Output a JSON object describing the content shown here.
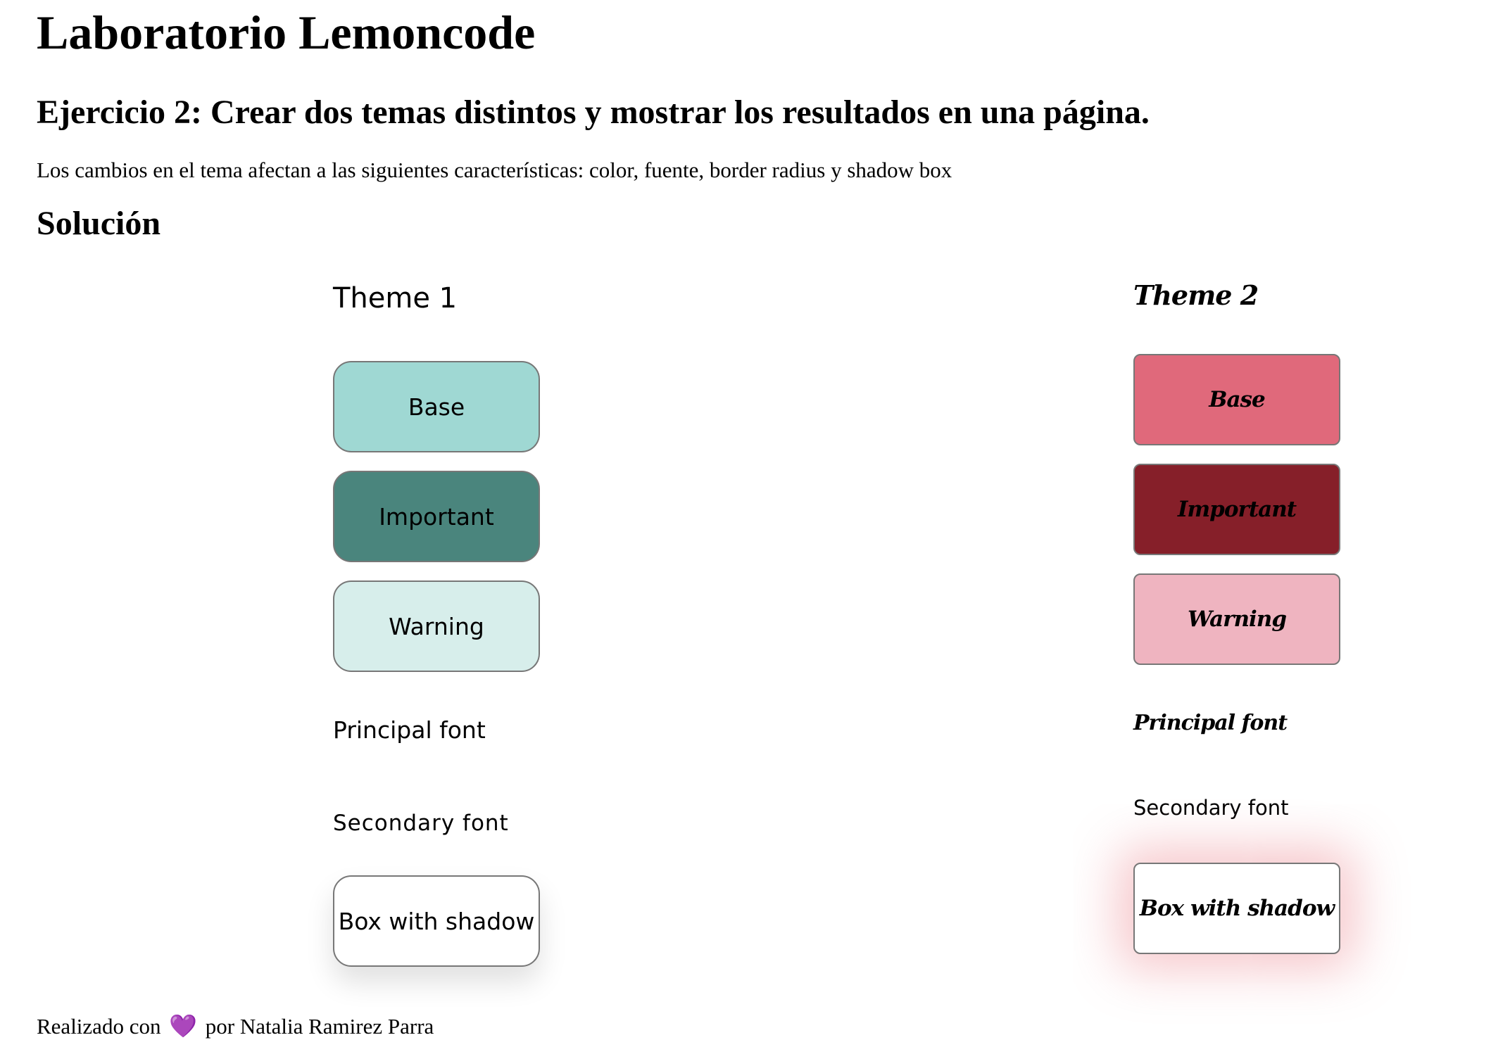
{
  "page": {
    "title": "Laboratorio Lemoncode",
    "exercise": "Ejercicio 2: Crear dos temas distintos y mostrar los resultados en una página.",
    "description": "Los cambios en el tema afectan a las siguientes características: color, fuente, border radius y shadow box",
    "solution_heading": "Solución"
  },
  "theme1": {
    "title": "Theme 1",
    "base_label": "Base",
    "important_label": "Important",
    "warning_label": "Warning",
    "principal_font_label": "Principal font",
    "secondary_font_label": "Secondary font",
    "shadow_box_label": "Box with shadow",
    "colors": {
      "base": "#9fd8d3",
      "important": "#4a857d",
      "warning": "#d7eeeb",
      "box": "#ffffff"
    }
  },
  "theme2": {
    "title": "Theme 2",
    "base_label": "Base",
    "important_label": "Important",
    "warning_label": "Warning",
    "principal_font_label": "Principal font",
    "secondary_font_label": "Secondary font",
    "shadow_box_label": "Box with shadow",
    "colors": {
      "base": "#e0697b",
      "important": "#861f29",
      "warning": "#efb4c0",
      "box": "#ffffff",
      "shadow": "#f2a0a8"
    }
  },
  "footer": {
    "prefix": "Realizado con",
    "heart_icon": "💜",
    "suffix": "por Natalia Ramirez Parra"
  }
}
